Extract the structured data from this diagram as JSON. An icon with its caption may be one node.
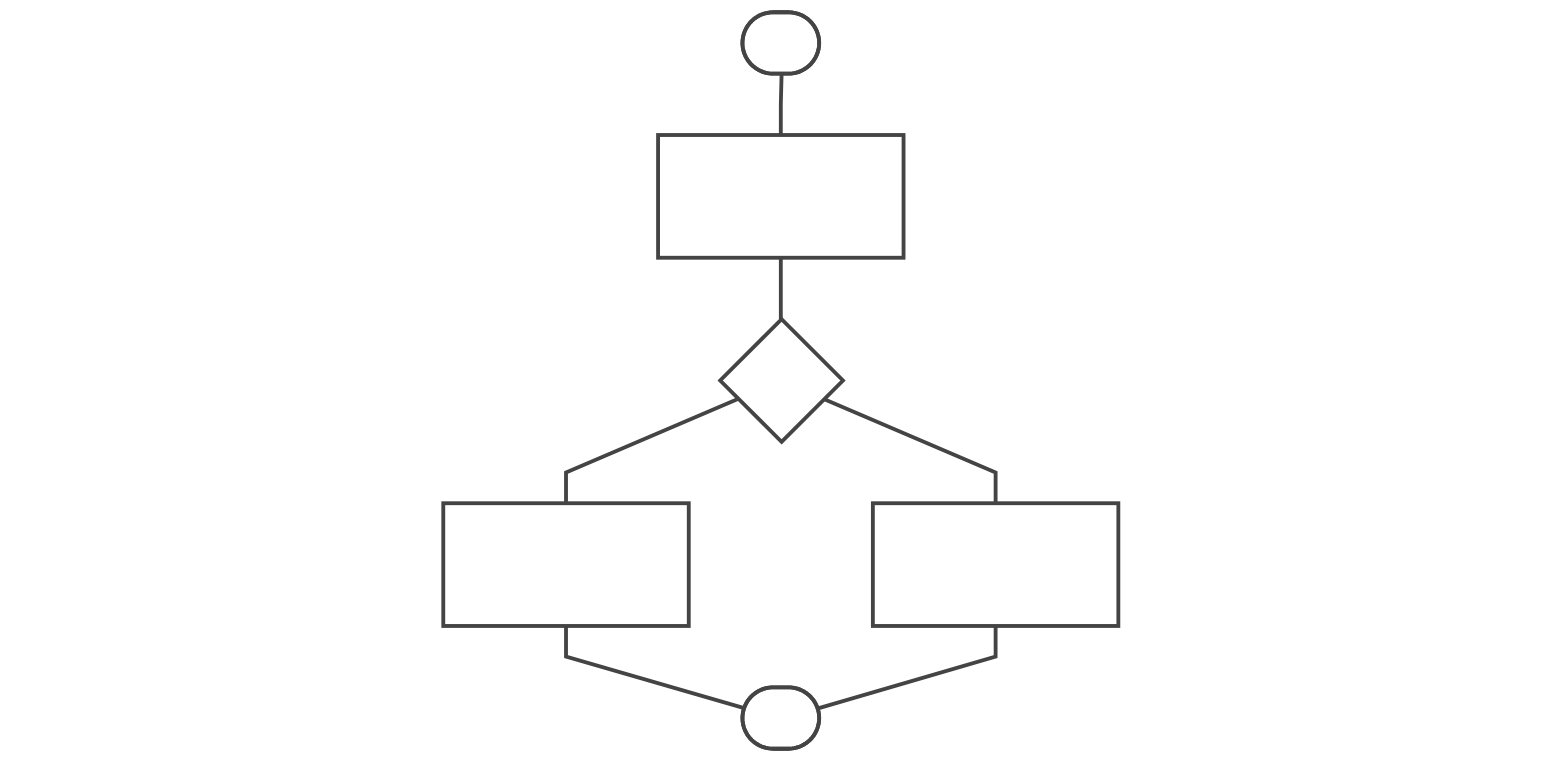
{
  "diagram": {
    "nodes": [
      {
        "text": [],
        "shape": "stadium"
      },
      {
        "text": [],
        "shape": "box"
      },
      {
        "text": [],
        "shape": "diamond"
      },
      {
        "text": [],
        "shape": "box"
      },
      {
        "text": [],
        "shape": "box"
      },
      {
        "text": [],
        "shape": "stadium"
      }
    ],
    "edges": [
      {
        "from": 0,
        "to": 1,
        "arrow": "none"
      },
      {
        "from": 1,
        "to": 2,
        "arrow": "none"
      },
      {
        "from": 2,
        "to": 3,
        "arrow": "none"
      },
      {
        "from": 2,
        "to": 4,
        "arrow": "none"
      },
      {
        "from": 3,
        "to": 5,
        "arrow": "none"
      },
      {
        "from": 4,
        "to": 5,
        "arrow": "none"
      }
    ]
  }
}
